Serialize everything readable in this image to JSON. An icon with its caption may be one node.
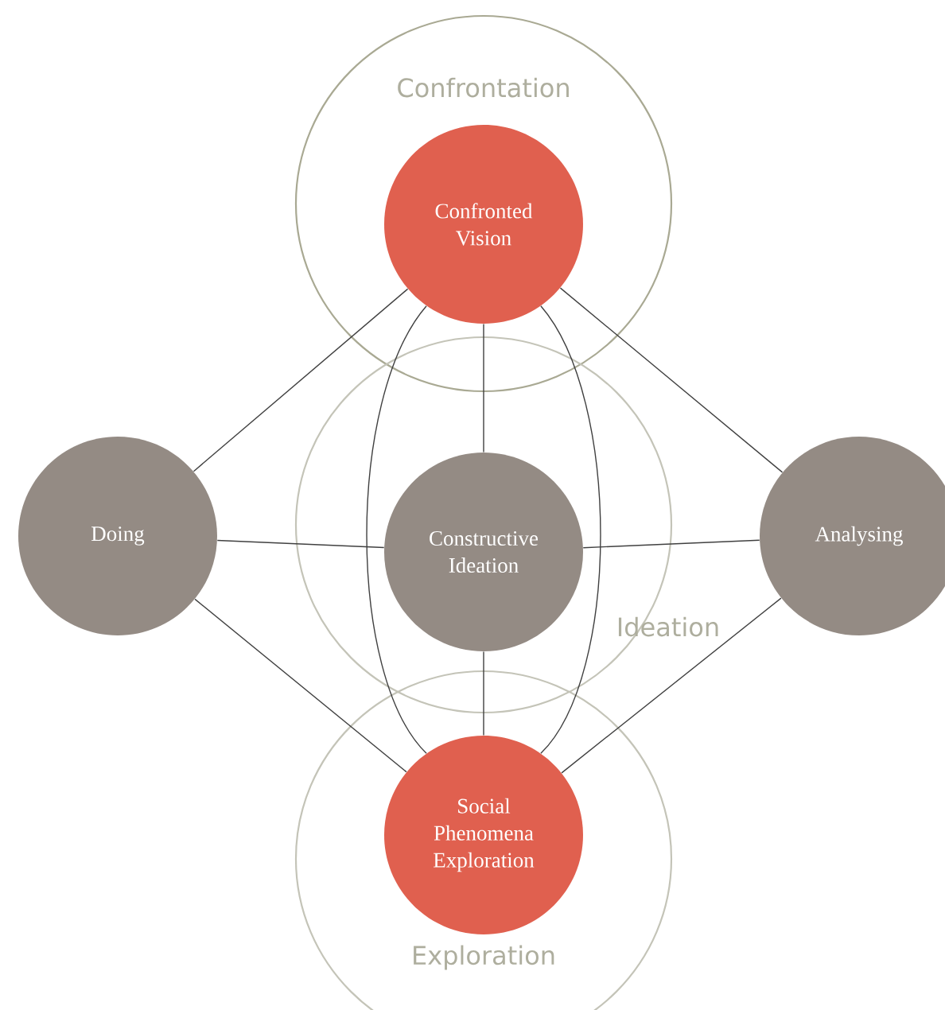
{
  "diagram": {
    "nodes": [
      {
        "text": [
          "Confrontation"
        ]
      },
      {
        "text": [
          "Confronted Vision"
        ],
        "in": 0
      },
      {
        "text": [
          "Doing"
        ]
      },
      {
        "text": [
          "Ideation"
        ]
      },
      {
        "text": [
          "Constructive Ideation"
        ],
        "in": 3
      },
      {
        "text": [
          "Analysing"
        ]
      },
      {
        "text": [
          "Exploration"
        ]
      },
      {
        "text": [
          "Social Phenomena Exploration"
        ],
        "in": 6
      }
    ],
    "edges": [
      {
        "from": 1,
        "to": 2,
        "arrow": "none"
      },
      {
        "from": 1,
        "to": 5,
        "arrow": "none"
      },
      {
        "from": 1,
        "to": 4,
        "arrow": "none"
      },
      {
        "from": 1,
        "to": 7,
        "arrow": "none"
      },
      {
        "from": 1,
        "to": 7,
        "arrow": "none"
      },
      {
        "from": 2,
        "to": 4,
        "arrow": "none"
      },
      {
        "from": 4,
        "to": 5,
        "arrow": "none"
      },
      {
        "from": 4,
        "to": 7,
        "arrow": "none"
      },
      {
        "from": 2,
        "to": 7,
        "arrow": "none"
      },
      {
        "from": 5,
        "to": 7,
        "arrow": "none"
      }
    ]
  }
}
